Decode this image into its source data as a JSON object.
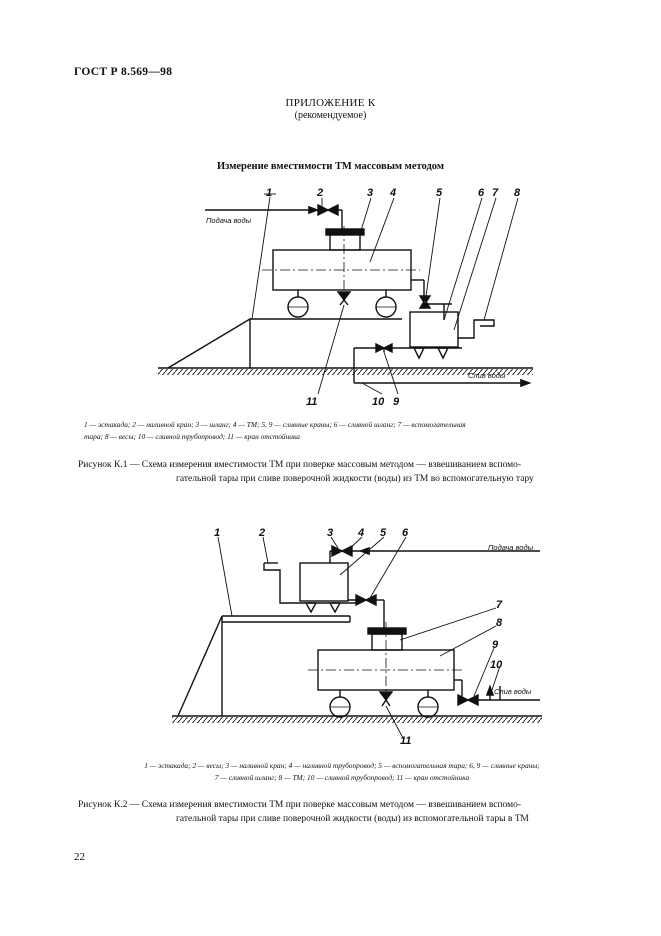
{
  "header": {
    "standard": "ГОСТ Р 8.569—98"
  },
  "appendix": {
    "title": "ПРИЛОЖЕНИЕ К",
    "note": "(рекомендуемое)"
  },
  "section_title": "Измерение вместимости ТМ массовым методом",
  "figure1": {
    "labels": [
      "1",
      "2",
      "3",
      "4",
      "5",
      "6",
      "7",
      "8",
      "9",
      "10",
      "11"
    ],
    "flow_in": "Подача воды",
    "flow_out": "Слив воды",
    "legend_line1": "1 — эстакада; 2 — наливной кран; 3 — шланг; 4 — ТМ; 5, 9 — сливные краны; 6 — сливной шланг; 7 — вспомогательная",
    "legend_line2": "тара; 8 — весы; 10 — сливной трубопровод; 11 — кран отстойника",
    "caption_line1": "Рисунок К.1 — Схема измерения вместимости ТМ при поверке массовым методом — взвешиванием вспомо-",
    "caption_line2": "гательной тары при сливе поверочной жидкости (воды) из ТМ во вспомогательную тару"
  },
  "figure2": {
    "labels": [
      "1",
      "2",
      "3",
      "4",
      "5",
      "6",
      "7",
      "8",
      "9",
      "10",
      "11"
    ],
    "flow_in": "Подача воды",
    "flow_out": "Слив воды",
    "legend_line1": "1 — эстакада; 2 — весы; 3 — наливной кран; 4 — наливной трубопровод; 5 — вспомогательная тара; 6, 9 — сливные краны;",
    "legend_line2": "7 — сливной шланг; 8 — ТМ; 10 — сливной трубопровод; 11 — кран отстойника",
    "caption_line1": "Рисунок К.2 — Схема измерения вместимости ТМ при поверке массовым методом — взвешиванием вспомо-",
    "caption_line2": "гательной тары при сливе поверочной жидкости (воды) из вспомогательной тары в ТМ"
  },
  "page_number": "22"
}
